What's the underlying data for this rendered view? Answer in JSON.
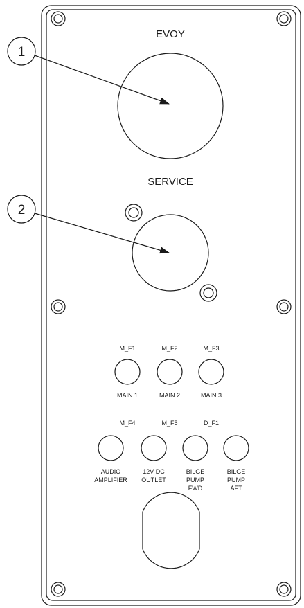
{
  "panel": {
    "top_label": "EVOY",
    "service_label": "SERVICE"
  },
  "callouts": [
    {
      "number": "1"
    },
    {
      "number": "2"
    }
  ],
  "fuse_row_1": {
    "codes": [
      "M_F1",
      "M_F2",
      "M_F3"
    ],
    "names": [
      "MAIN 1",
      "MAIN 2",
      "MAIN 3"
    ]
  },
  "fuse_row_2": {
    "codes": [
      "M_F4",
      "M_F5",
      "D_F1"
    ],
    "names": [
      [
        "AUDIO",
        "AMPLIFIER"
      ],
      [
        "12V DC",
        "OUTLET"
      ],
      [
        "BILGE",
        "PUMP",
        "FWD"
      ],
      [
        "BILGE",
        "PUMP",
        "AFT"
      ]
    ]
  }
}
